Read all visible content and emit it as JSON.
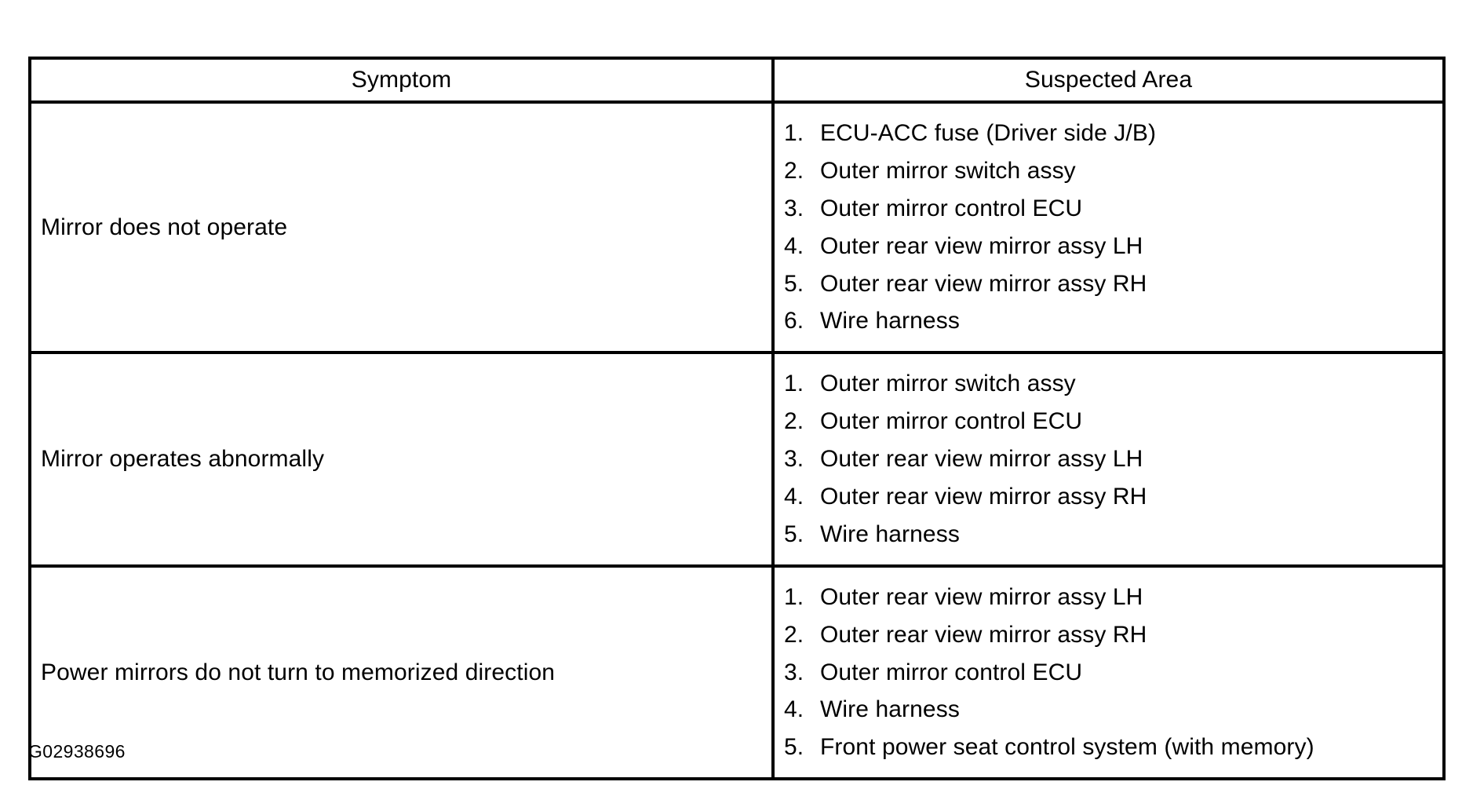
{
  "document": {
    "figure_id": "G02938696"
  },
  "table": {
    "headers": {
      "symptom": "Symptom",
      "suspected_area": "Suspected Area"
    },
    "rows": [
      {
        "symptom": "Mirror does not operate",
        "suspected_area": [
          {
            "num": "1.",
            "text": "ECU-ACC fuse (Driver side J/B)"
          },
          {
            "num": "2.",
            "text": "Outer mirror switch assy"
          },
          {
            "num": "3.",
            "text": "Outer mirror control ECU"
          },
          {
            "num": "4.",
            "text": "Outer rear view mirror assy LH"
          },
          {
            "num": "5.",
            "text": "Outer rear view mirror assy RH"
          },
          {
            "num": "6.",
            "text": "Wire harness"
          }
        ]
      },
      {
        "symptom": "Mirror operates abnormally",
        "suspected_area": [
          {
            "num": "1.",
            "text": "Outer mirror switch assy"
          },
          {
            "num": "2.",
            "text": "Outer mirror control ECU"
          },
          {
            "num": "3.",
            "text": "Outer rear view mirror assy LH"
          },
          {
            "num": "4.",
            "text": "Outer rear view mirror assy RH"
          },
          {
            "num": "5.",
            "text": "Wire harness"
          }
        ]
      },
      {
        "symptom": "Power mirrors do not turn to memorized direction",
        "suspected_area": [
          {
            "num": "1.",
            "text": "Outer rear view mirror assy LH"
          },
          {
            "num": "2.",
            "text": "Outer rear view mirror assy RH"
          },
          {
            "num": "3.",
            "text": "Outer mirror control ECU"
          },
          {
            "num": "4.",
            "text": "Wire harness"
          },
          {
            "num": "5.",
            "text": "Front power seat control system (with memory)"
          }
        ]
      }
    ]
  },
  "colors": {
    "border": "#000000",
    "text": "#000000",
    "background": "#ffffff"
  }
}
